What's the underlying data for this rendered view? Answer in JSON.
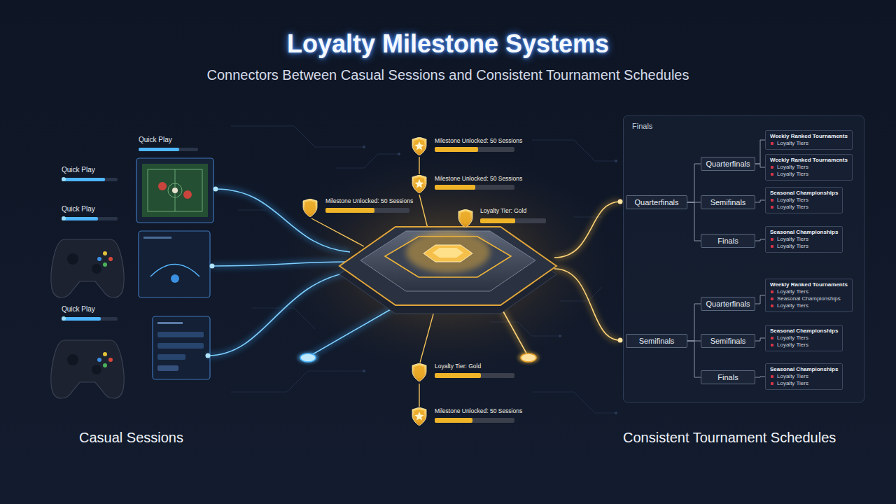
{
  "diagram": {
    "title": "Loyalty Milestone Systems",
    "nodes": [
      {
        "text": [
          "Finals"
        ]
      },
      {
        "text": [
          "Quarterfinals"
        ],
        "in": 0
      },
      {
        "text": [
          "Quarterfinals"
        ],
        "in": 0
      },
      {
        "text": [
          "Semifinals"
        ],
        "in": 0
      },
      {
        "text": [
          "Finals"
        ],
        "in": 0
      },
      {
        "text": [
          "Weekly Ranked Tournaments",
          "Loyalty Tiers"
        ],
        "in": 0
      },
      {
        "text": [
          "Weekly Ranked Tournaments",
          "Loyalty Tiers",
          "Loyalty Tiers"
        ],
        "in": 0
      },
      {
        "text": [
          "Seasonal Championships",
          "Loyalty Tiers",
          "Loyalty Tiers"
        ],
        "in": 0
      },
      {
        "text": [
          "Seasonal Championships",
          "Loyalty Tiers",
          "Loyalty Tiers"
        ],
        "in": 0
      },
      {
        "text": [
          "Semifinals"
        ],
        "in": 0
      },
      {
        "text": [
          "Quarterfinals"
        ],
        "in": 0
      },
      {
        "text": [
          "Semifinals"
        ],
        "in": 0
      },
      {
        "text": [
          "Finals"
        ],
        "in": 0
      },
      {
        "text": [
          "Weekly Ranked Tournaments",
          "Loyalty Tiers",
          "Seasonal Championships",
          "Loyalty Tiers"
        ],
        "in": 0
      },
      {
        "text": [
          "Seasonal Championships",
          "Loyalty Tiers",
          "Loyalty Tiers"
        ],
        "in": 0
      },
      {
        "text": [
          "Seasonal Championships",
          "Loyalty Tiers",
          "Loyalty Tiers"
        ],
        "in": 0
      }
    ],
    "edges": [
      {
        "from": 1,
        "to": 2,
        "arrow": "none"
      },
      {
        "from": 1,
        "to": 3,
        "arrow": "none"
      },
      {
        "from": 1,
        "to": 4,
        "arrow": "none"
      },
      {
        "from": 2,
        "to": 5,
        "arrow": "none"
      },
      {
        "from": 2,
        "to": 6,
        "arrow": "none"
      },
      {
        "from": 3,
        "to": 7,
        "arrow": "none"
      },
      {
        "from": 4,
        "to": 8,
        "arrow": "none"
      },
      {
        "from": 9,
        "to": 10,
        "arrow": "none"
      },
      {
        "from": 9,
        "to": 11,
        "arrow": "none"
      },
      {
        "from": 9,
        "to": 12,
        "arrow": "none"
      },
      {
        "from": 10,
        "to": 13,
        "arrow": "none"
      },
      {
        "from": 11,
        "to": 14,
        "arrow": "none"
      },
      {
        "from": 12,
        "to": 15,
        "arrow": "none"
      }
    ],
    "labels": [
      "Connectors Between Casual Sessions and Consistent Tournament Schedules",
      "Quick Play",
      "Quick Play",
      "Quick Play",
      "Quick Play",
      "Milestone Unlocked: 50 Sessions",
      "Milestone Unlocked: 50 Sessions",
      "Milestone Unlocked: 50 Sessions",
      "Loyalty Tier: Gold",
      "Loyalty Tier: Gold",
      "Milestone Unlocked: 50 Sessions",
      "Casual Sessions",
      "Consistent Tournament Schedules"
    ]
  }
}
